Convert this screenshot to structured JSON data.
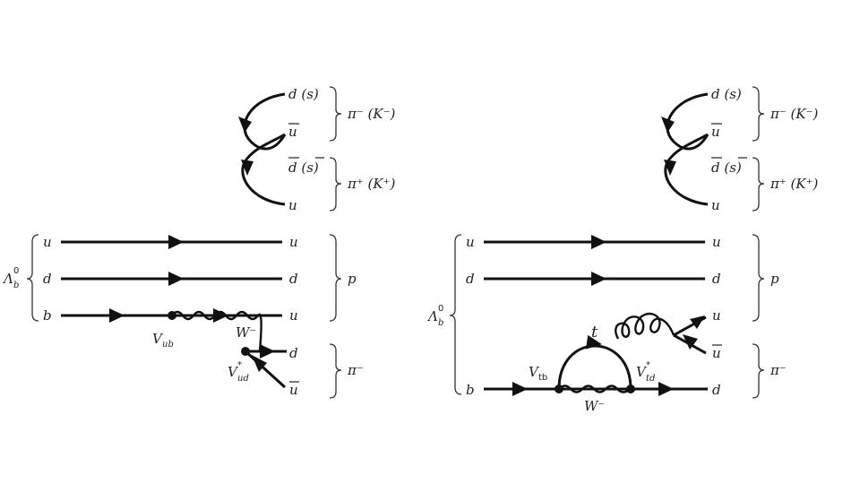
{
  "colors": {
    "line": "#111111",
    "text": "#222222",
    "background": "#ffffff"
  },
  "left": {
    "top_pair": {
      "q1": "d (s)",
      "q2": "u",
      "q3": "d (s)",
      "q4": "u",
      "meson1": "π⁻ (K⁻)",
      "meson2": "π⁺ (K⁺)"
    },
    "baryon_in": "Λ",
    "baryon_in_sup": "0",
    "baryon_in_sub": "b",
    "in_quarks": [
      "u",
      "d",
      "b"
    ],
    "out_quarks": [
      "u",
      "d",
      "u",
      "d",
      "u"
    ],
    "proton": "p",
    "pion": "π⁻",
    "vertex1": "V",
    "vertex1_sub": "ub",
    "vertex2": "V",
    "vertex2_sup": "*",
    "vertex2_sub": "ud",
    "boson": "W⁻"
  },
  "right": {
    "top_pair": {
      "q1": "d (s)",
      "q2": "u",
      "q3": "d (s)",
      "q4": "u",
      "meson1": "π⁻ (K⁻)",
      "meson2": "π⁺ (K⁺)"
    },
    "baryon_in": "Λ",
    "baryon_in_sup": "0",
    "baryon_in_sub": "b",
    "in_quarks": [
      "u",
      "d",
      "b"
    ],
    "out_quarks": [
      "u",
      "d",
      "u",
      "u",
      "d"
    ],
    "proton": "p",
    "pion": "π⁻",
    "vertex1": "V",
    "vertex1_sub": "tb",
    "vertex2": "V",
    "vertex2_sup": "*",
    "vertex2_sub": "td",
    "loop_quark": "t",
    "boson": "W⁻"
  }
}
